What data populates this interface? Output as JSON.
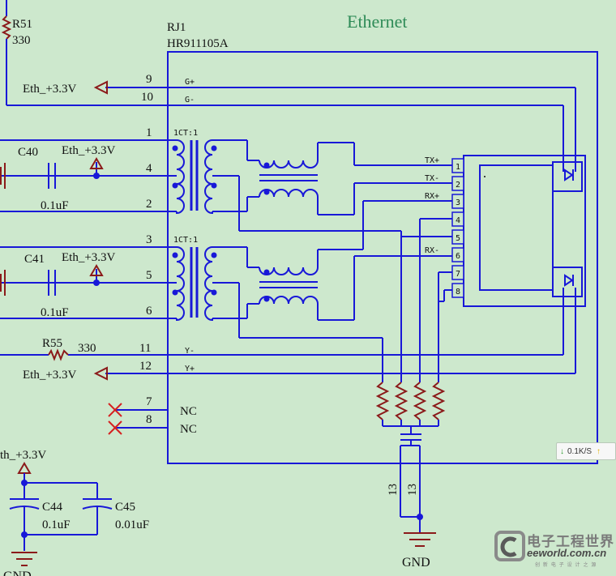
{
  "title": "Ethernet",
  "connector": {
    "ref": "RJ1",
    "part": "HR911105A"
  },
  "pins": [
    {
      "num": "9",
      "sig": "G+"
    },
    {
      "num": "10",
      "sig": "G-"
    },
    {
      "num": "1",
      "sig": "1CT:1"
    },
    {
      "num": "4",
      "sig": ""
    },
    {
      "num": "2",
      "sig": ""
    },
    {
      "num": "3",
      "sig": "1CT:1"
    },
    {
      "num": "5",
      "sig": ""
    },
    {
      "num": "6",
      "sig": ""
    },
    {
      "num": "11",
      "sig": "Y-"
    },
    {
      "num": "12",
      "sig": "Y+"
    },
    {
      "num": "7",
      "sig": "NC"
    },
    {
      "num": "8",
      "sig": "NC"
    }
  ],
  "jack_pins": [
    {
      "num": "1",
      "sig": "TX+"
    },
    {
      "num": "2",
      "sig": "TX-"
    },
    {
      "num": "3",
      "sig": "RX+"
    },
    {
      "num": "4",
      "sig": ""
    },
    {
      "num": "5",
      "sig": ""
    },
    {
      "num": "6",
      "sig": "RX-"
    },
    {
      "num": "7",
      "sig": ""
    },
    {
      "num": "8",
      "sig": ""
    }
  ],
  "components": [
    {
      "ref": "R51",
      "value": "330"
    },
    {
      "ref": "C40",
      "value": "0.1uF"
    },
    {
      "ref": "C41",
      "value": "0.1uF"
    },
    {
      "ref": "R55",
      "value": "330"
    },
    {
      "ref": "C44",
      "value": "0.1uF"
    },
    {
      "ref": "C45",
      "value": "0.01uF"
    }
  ],
  "power_labels": [
    "Eth_+3.3V",
    "Eth_+3.3V",
    "Eth_+3.3V",
    "Eth_+3.3V",
    "th_+3.3V"
  ],
  "ground_labels": [
    "GND",
    "GND"
  ],
  "shield_pins": [
    "13",
    "13"
  ],
  "speed_widget": {
    "text": "0.1K/S"
  },
  "watermark": {
    "cn": "电子工程世界",
    "en": "eeworld.com.cn",
    "small": "创 新 电 子 设 计 之 源"
  },
  "colors": {
    "wire": "#1818d8",
    "component": "#8b1a1a",
    "title": "#2e8b57",
    "background": "#cde8cd"
  }
}
